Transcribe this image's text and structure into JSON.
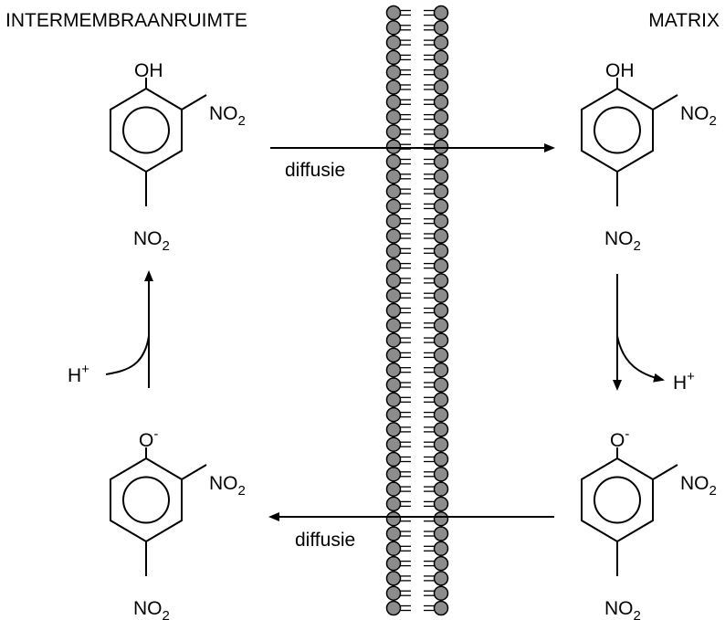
{
  "labels": {
    "left_region": "INTERMEMBRAANRUIMTE",
    "right_region": "MATRIX",
    "diffusion_top": "diffusie",
    "diffusion_bottom": "diffusie"
  },
  "proton": {
    "symbol": "H",
    "charge": "+"
  },
  "molecules": {
    "neutral": {
      "top_group": "OH",
      "nitro": "NO",
      "nitro_sub": "2"
    },
    "anion": {
      "top_group": "O",
      "charge": "-",
      "nitro": "NO",
      "nitro_sub": "2"
    }
  }
}
